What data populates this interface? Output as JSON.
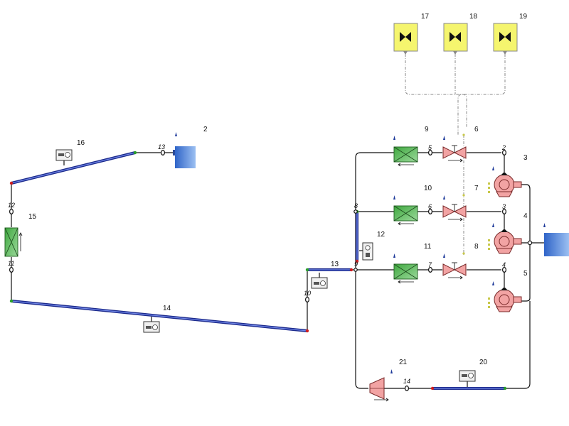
{
  "pumps": {
    "p3": "3",
    "p4": "4",
    "p5": "5"
  },
  "valves": {
    "v6": "6",
    "v7": "7",
    "v8": "8"
  },
  "exchangers": {
    "e9": "9",
    "e10": "10",
    "e11": "11",
    "e15": "15"
  },
  "controllers": {
    "c17": "17",
    "c18": "18",
    "c19": "19"
  },
  "pipes": {
    "p14": "14",
    "p16": "16",
    "p20": "20"
  },
  "tanks": {
    "t2": "2"
  },
  "gauges": {
    "g12": "12"
  },
  "misc": {
    "m13": "13",
    "m21": "21"
  },
  "nodes": {
    "n2": "2",
    "n3": "3",
    "n4": "4",
    "n5": "5",
    "n6": "6",
    "n7": "7",
    "n8": "8",
    "n9": "9",
    "n10": "10",
    "n11": "11",
    "n12": "12",
    "n13": "13",
    "n14": "14"
  },
  "colors": {
    "pipe": "#1c2a8c",
    "exchanger": "#5cbf5c",
    "pump": "#f2a3a3",
    "valve": "#f2a3a3",
    "controller": "#f5f56e",
    "tank": "#4a80d8"
  }
}
